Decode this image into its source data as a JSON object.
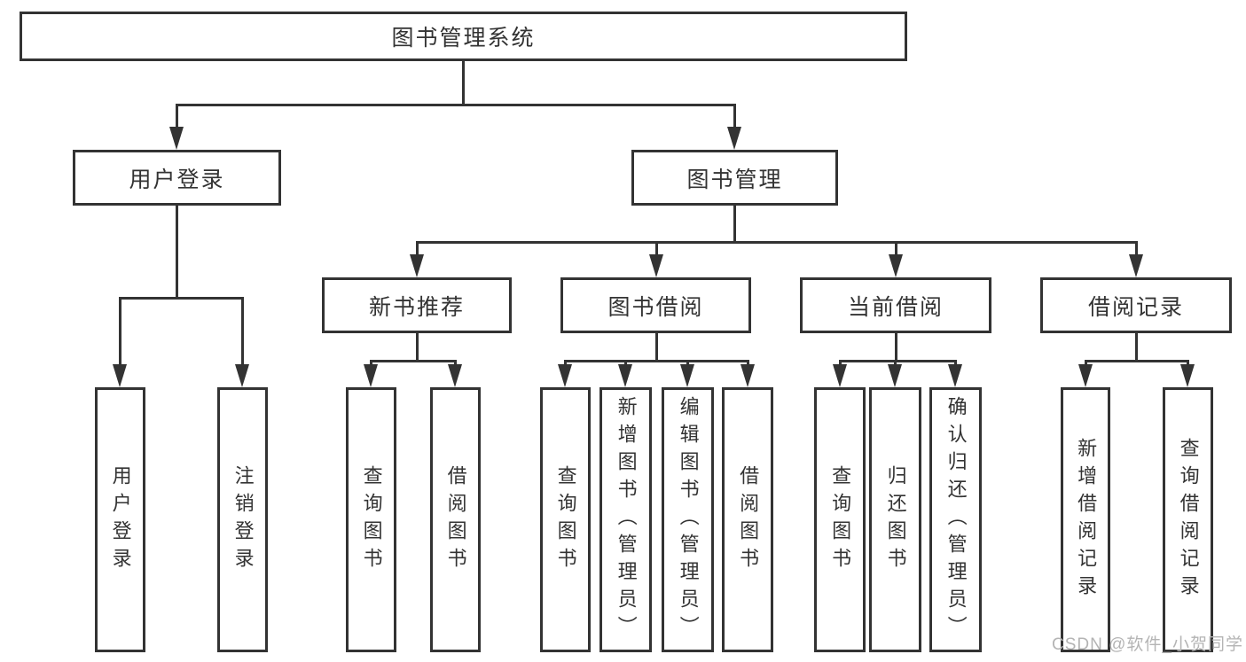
{
  "colors": {
    "line": "#333333",
    "text": "#333333",
    "background": "#ffffff",
    "watermark": "#b4b4b4"
  },
  "nodes": {
    "root": {
      "label": "图书管理系统"
    },
    "userLogin": {
      "label": "用户登录"
    },
    "bookMgmt": {
      "label": "图书管理"
    },
    "newBookRec": {
      "label": "新书推荐"
    },
    "bookBorrow": {
      "label": "图书借阅"
    },
    "currentBorrow": {
      "label": "当前借阅"
    },
    "borrowRecords": {
      "label": "借阅记录"
    },
    "leafUserLogin": {
      "label": "用户登录"
    },
    "leafLogout": {
      "label": "注销登录"
    },
    "leafQueryBooks1": {
      "label": "查询图书"
    },
    "leafBorrowBooks1": {
      "label": "借阅图书"
    },
    "leafQueryBooks2": {
      "label": "查询图书"
    },
    "leafAddBook": {
      "label": "新增图书（管理员）"
    },
    "leafEditBook": {
      "label": "编辑图书（管理员）"
    },
    "leafBorrowBooks2": {
      "label": "借阅图书"
    },
    "leafQueryBooks3": {
      "label": "查询图书"
    },
    "leafReturnBook": {
      "label": "归还图书"
    },
    "leafConfirmReturn": {
      "label": "确认归还（管理员）"
    },
    "leafAddBorrowRecord": {
      "label": "新增借阅记录"
    },
    "leafQueryBorrowRecord": {
      "label": "查询借阅记录"
    }
  },
  "watermark": {
    "text": "CSDN @软件_小贺同学"
  }
}
